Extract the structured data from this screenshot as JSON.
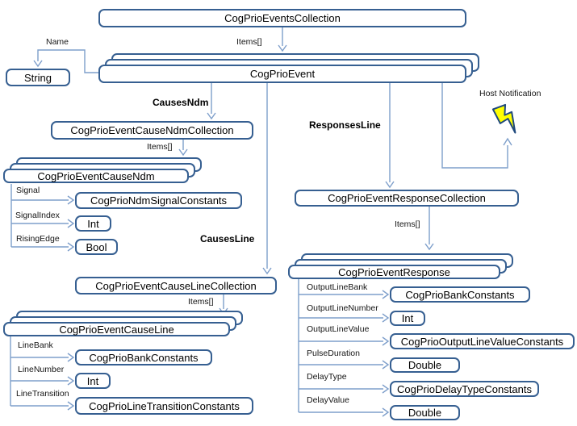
{
  "colors": {
    "box_border": "#365F91",
    "connector": "#7E9FCB",
    "bolt_fill": "#FFFF00",
    "bolt_stroke": "#1F497D"
  },
  "boxes": {
    "events_collection": "CogPrioEventsCollection",
    "event": "CogPrioEvent",
    "string_type": "String",
    "cause_ndm_collection": "CogPrioEventCauseNdmCollection",
    "cause_ndm": "CogPrioEventCauseNdm",
    "ndm_signal_constants": "CogPrioNdmSignalConstants",
    "int_type": "Int",
    "bool_type": "Bool",
    "cause_line_collection": "CogPrioEventCauseLineCollection",
    "cause_line": "CogPrioEventCauseLine",
    "bank_constants": "CogPrioBankConstants",
    "line_transition_constants": "CogPrioLineTransitionConstants",
    "response_collection": "CogPrioEventResponseCollection",
    "response": "CogPrioEventResponse",
    "output_line_value_constants": "CogPrioOutputLineValueConstants",
    "double_type": "Double",
    "delay_type_constants": "CogPrioDelayTypeConstants"
  },
  "relationships": {
    "name": "Name",
    "items": "Items[]",
    "causes_ndm": "CausesNdm",
    "causes_line": "CausesLine",
    "responses_line": "ResponsesLine",
    "host_notification": "Host Notification"
  },
  "properties": {
    "signal": "Signal",
    "signal_index": "SignalIndex",
    "rising_edge": "RisingEdge",
    "line_bank": "LineBank",
    "line_number": "LineNumber",
    "line_transition": "LineTransition",
    "output_line_bank": "OutputLineBank",
    "output_line_number": "OutputLineNumber",
    "output_line_value": "OutputLineValue",
    "pulse_duration": "PulseDuration",
    "delay_type": "DelayType",
    "delay_value": "DelayValue"
  }
}
